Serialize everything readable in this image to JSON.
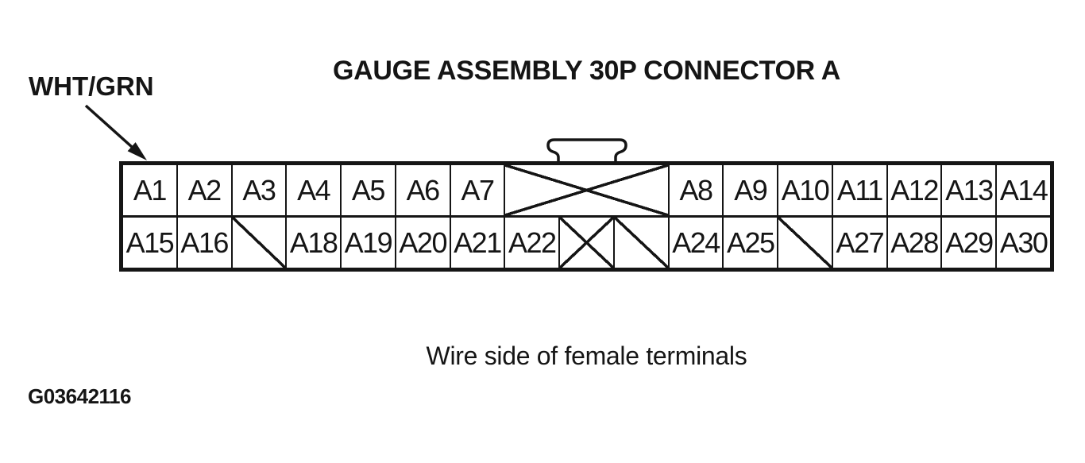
{
  "title": "GAUGE ASSEMBLY 30P CONNECTOR A",
  "wire_label": "WHT/GRN",
  "caption": "Wire side of female terminals",
  "figure_id": "G03642116",
  "colors": {
    "ink": "#151515",
    "background": "#ffffff"
  },
  "connector": {
    "columns": 17,
    "rows": [
      {
        "name": "top-row",
        "cells": [
          {
            "label": "A1",
            "span": 1,
            "mark": "none"
          },
          {
            "label": "A2",
            "span": 1,
            "mark": "none"
          },
          {
            "label": "A3",
            "span": 1,
            "mark": "none"
          },
          {
            "label": "A4",
            "span": 1,
            "mark": "none"
          },
          {
            "label": "A5",
            "span": 1,
            "mark": "none"
          },
          {
            "label": "A6",
            "span": 1,
            "mark": "none"
          },
          {
            "label": "A7",
            "span": 1,
            "mark": "none"
          },
          {
            "label": "",
            "span": 3,
            "mark": "x"
          },
          {
            "label": "A8",
            "span": 1,
            "mark": "none"
          },
          {
            "label": "A9",
            "span": 1,
            "mark": "none"
          },
          {
            "label": "A10",
            "span": 1,
            "mark": "none"
          },
          {
            "label": "A11",
            "span": 1,
            "mark": "none"
          },
          {
            "label": "A12",
            "span": 1,
            "mark": "none"
          },
          {
            "label": "A13",
            "span": 1,
            "mark": "none"
          },
          {
            "label": "A14",
            "span": 1,
            "mark": "none"
          }
        ]
      },
      {
        "name": "bottom-row",
        "cells": [
          {
            "label": "A15",
            "span": 1,
            "mark": "none"
          },
          {
            "label": "A16",
            "span": 1,
            "mark": "none"
          },
          {
            "label": "",
            "span": 1,
            "mark": "slash"
          },
          {
            "label": "A18",
            "span": 1,
            "mark": "none"
          },
          {
            "label": "A19",
            "span": 1,
            "mark": "none"
          },
          {
            "label": "A20",
            "span": 1,
            "mark": "none"
          },
          {
            "label": "A21",
            "span": 1,
            "mark": "none"
          },
          {
            "label": "A22",
            "span": 1,
            "mark": "none"
          },
          {
            "label": "",
            "span": 1,
            "mark": "x"
          },
          {
            "label": "",
            "span": 1,
            "mark": "slash"
          },
          {
            "label": "A24",
            "span": 1,
            "mark": "none"
          },
          {
            "label": "A25",
            "span": 1,
            "mark": "none"
          },
          {
            "label": "",
            "span": 1,
            "mark": "slash"
          },
          {
            "label": "A27",
            "span": 1,
            "mark": "none"
          },
          {
            "label": "A28",
            "span": 1,
            "mark": "none"
          },
          {
            "label": "A29",
            "span": 1,
            "mark": "none"
          },
          {
            "label": "A30",
            "span": 1,
            "mark": "none"
          }
        ]
      }
    ]
  }
}
